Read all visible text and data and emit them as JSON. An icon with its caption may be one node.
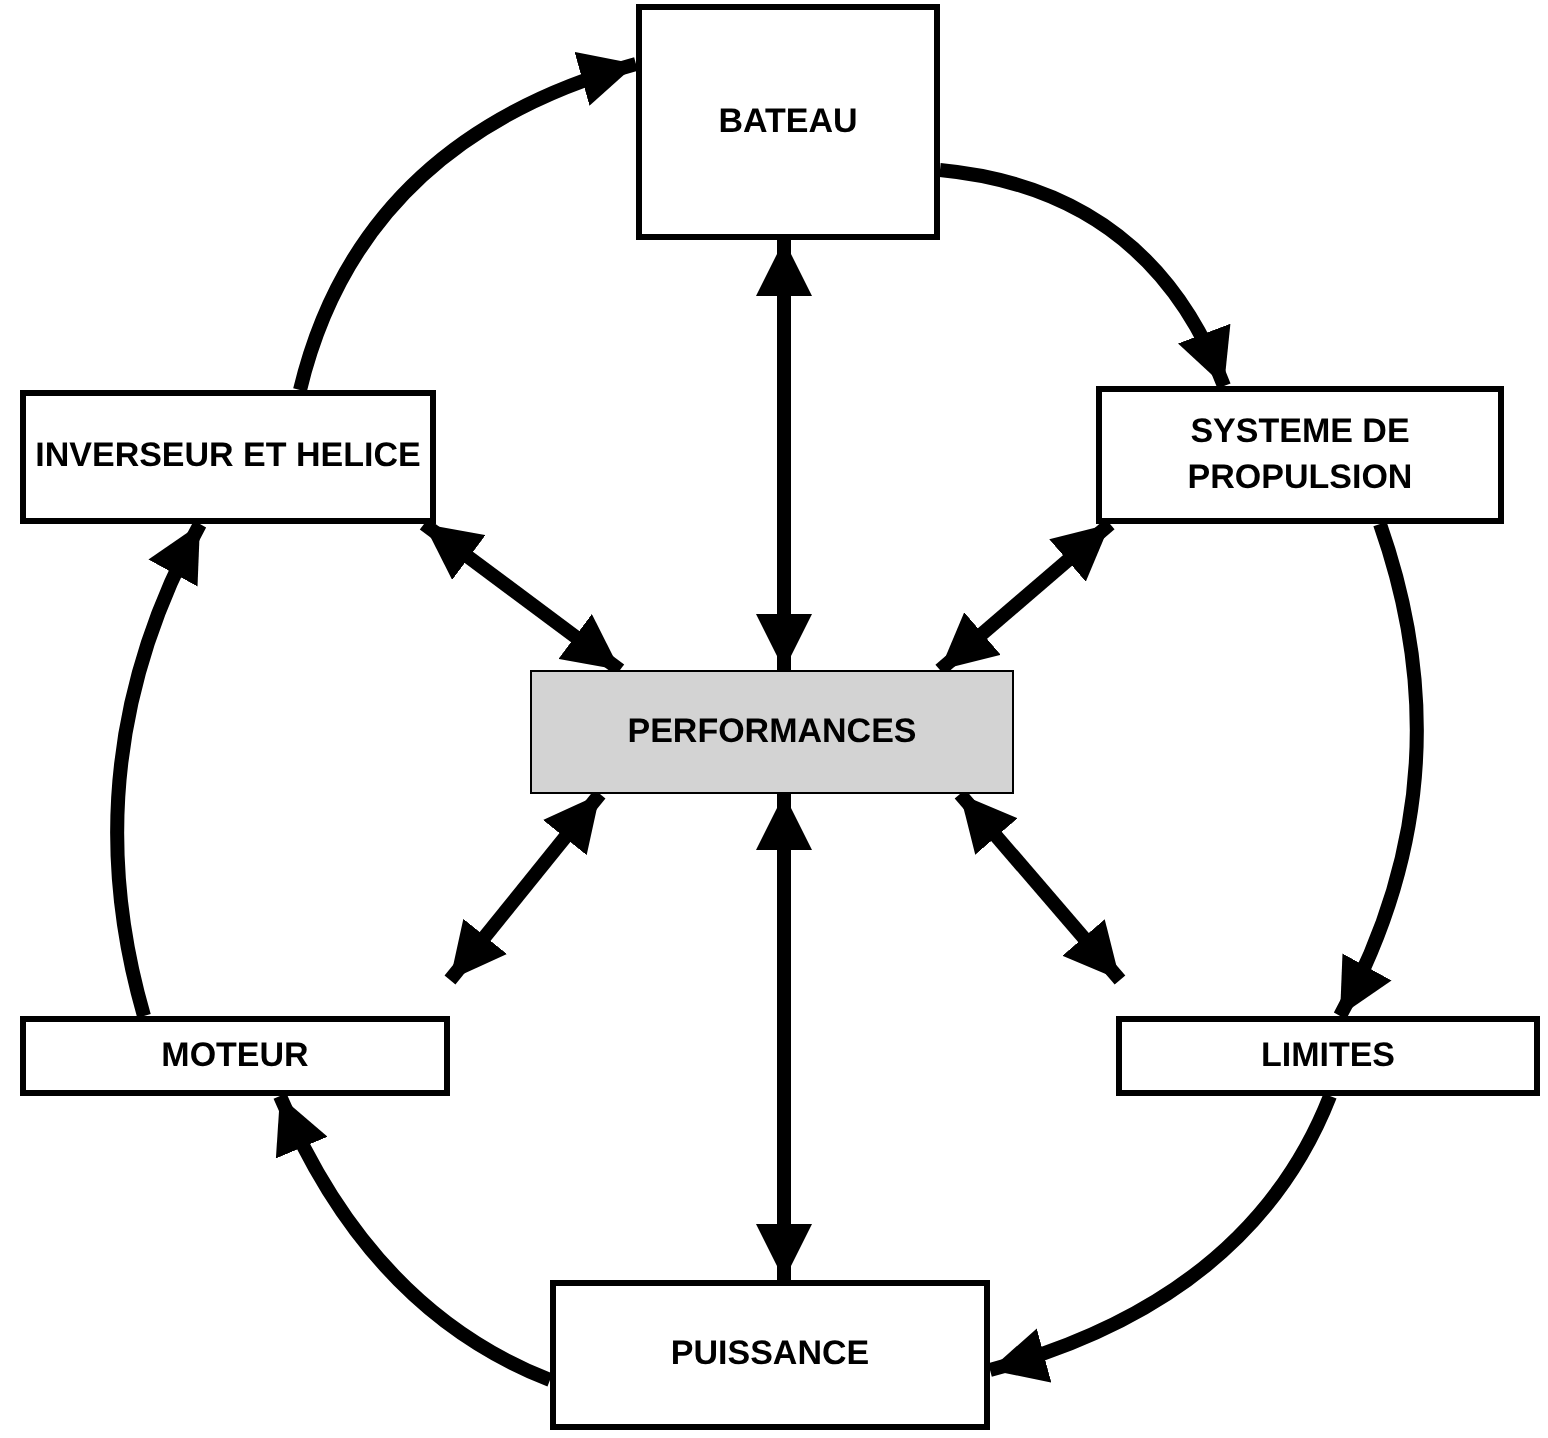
{
  "diagram": {
    "nodes": [
      {
        "text": [
          "BATEAU"
        ]
      },
      {
        "text": [
          "INVERSEUR ET HELICE"
        ]
      },
      {
        "text": [
          "SYSTEME DE PROPULSION"
        ]
      },
      {
        "text": [
          "PERFORMANCES"
        ]
      },
      {
        "text": [
          "MOTEUR"
        ]
      },
      {
        "text": [
          "LIMITES"
        ]
      },
      {
        "text": [
          "PUISSANCE"
        ]
      }
    ],
    "edges": [
      {
        "from": 1,
        "to": 0,
        "arrow": "to"
      },
      {
        "from": 0,
        "to": 2,
        "arrow": "to"
      },
      {
        "from": 2,
        "to": 5,
        "arrow": "to"
      },
      {
        "from": 5,
        "to": 6,
        "arrow": "to"
      },
      {
        "from": 6,
        "to": 4,
        "arrow": "to"
      },
      {
        "from": 4,
        "to": 1,
        "arrow": "to"
      },
      {
        "from": 3,
        "to": 0,
        "arrow": "both"
      },
      {
        "from": 3,
        "to": 1,
        "arrow": "both"
      },
      {
        "from": 3,
        "to": 2,
        "arrow": "both"
      },
      {
        "from": 3,
        "to": 4,
        "arrow": "both"
      },
      {
        "from": 3,
        "to": 5,
        "arrow": "both"
      },
      {
        "from": 3,
        "to": 6,
        "arrow": "both"
      }
    ]
  }
}
